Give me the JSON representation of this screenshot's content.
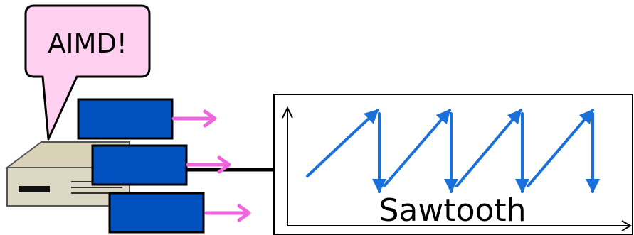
{
  "speech_bubble": {
    "text": "AIMD!"
  },
  "graph": {
    "label": "Sawtooth"
  },
  "colors": {
    "bubble_fill": "#ffd0f0",
    "packet_fill": "#0050c0",
    "arrow_magenta": "#ee66dd",
    "sawtooth_blue": "#1a6fd8",
    "router_body": "#ddd8c4",
    "router_top": "#d8d2b8"
  },
  "icons": [
    "router-icon",
    "speech-bubble",
    "packet",
    "right-arrow",
    "sawtooth-line",
    "axis-arrow"
  ]
}
